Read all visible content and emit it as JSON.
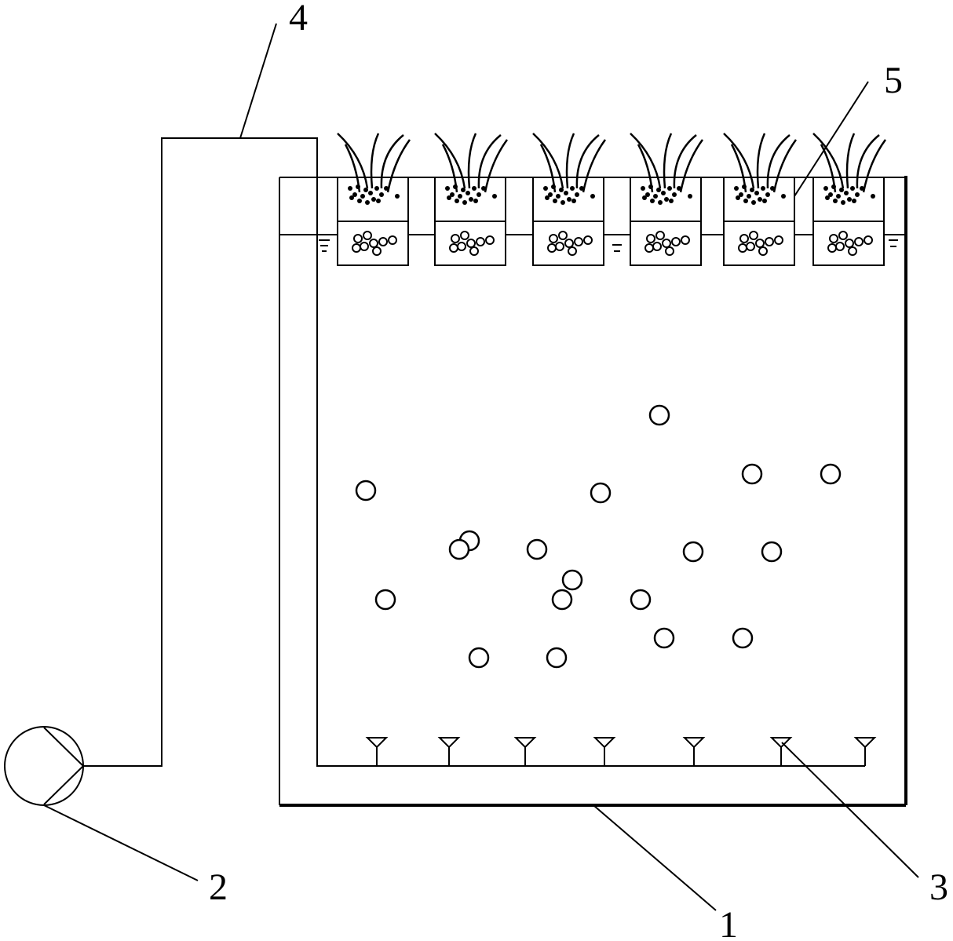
{
  "labels": {
    "tank": "1",
    "pump": "2",
    "aerator": "3",
    "pipe": "4",
    "floating_bed": "5"
  },
  "colors": {
    "stroke": "#000000",
    "background": "#ffffff"
  }
}
